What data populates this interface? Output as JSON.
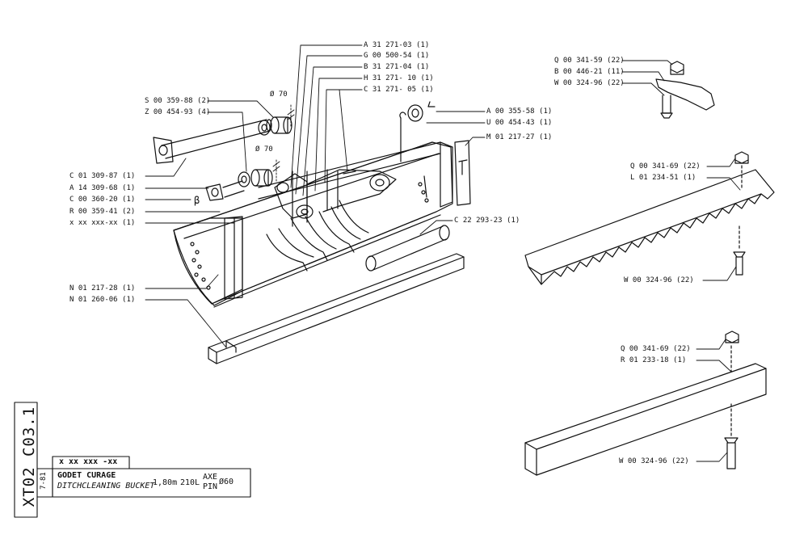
{
  "diameter_markers": [
    "Ø 70",
    "Ø 70"
  ],
  "beta_symbol": "β",
  "labels_left": [
    {
      "id": "S",
      "text": "S 00 359-88 (2)"
    },
    {
      "id": "Z",
      "text": "Z 00 454-93 (4)"
    },
    {
      "id": "C1",
      "text": "C 01 309-87 (1)"
    },
    {
      "id": "A14",
      "text": "A 14 309-68 (1)"
    },
    {
      "id": "C0",
      "text": "C 00 360-20 (1)"
    },
    {
      "id": "R0",
      "text": "R 00 359-41 (2)"
    },
    {
      "id": "X",
      "text": "x xx xxx-xx (1)"
    },
    {
      "id": "N1",
      "text": "N 01 217-28 (1)"
    },
    {
      "id": "N2",
      "text": "N 01 260-06 (1)"
    }
  ],
  "labels_center": [
    {
      "id": "A31",
      "text": "A 31 271-03 (1)"
    },
    {
      "id": "G",
      "text": "G 00 500-54 (1)"
    },
    {
      "id": "B31",
      "text": "B 31 271-04 (1)"
    },
    {
      "id": "H",
      "text": "H 31 271- 10 (1)"
    },
    {
      "id": "C31",
      "text": "C 31 271- 05 (1)"
    },
    {
      "id": "A00",
      "text": "A 00 355-58 (1)"
    },
    {
      "id": "U",
      "text": "U 00 454-43 (1)"
    },
    {
      "id": "M",
      "text": "M 01 217-27 (1)"
    },
    {
      "id": "C22",
      "text": "C 22 293-23 (1)"
    }
  ],
  "labels_tooth": [
    {
      "id": "Q1",
      "text": "Q 00 341-59 (22)"
    },
    {
      "id": "B00",
      "text": "B 00 446-21 (11)"
    },
    {
      "id": "W1",
      "text": "W 00 324-96 (22)"
    }
  ],
  "labels_serrated": [
    {
      "id": "Q2",
      "text": "Q 00 341-69 (22)"
    },
    {
      "id": "L",
      "text": "L 01 234-51 (1)"
    },
    {
      "id": "W2",
      "text": "W 00 324-96 (22)"
    }
  ],
  "labels_flat": [
    {
      "id": "Q3",
      "text": "Q 00 341-69 (22)"
    },
    {
      "id": "R01",
      "text": "R 01 233-18 (1)"
    },
    {
      "id": "W3",
      "text": "W 00 324-96 (22)"
    }
  ],
  "title_block": {
    "code_row": "x xx xxx -xx",
    "title_fr": "GODET CURAGE",
    "title_en": "DITCHCLEANING BUCKET",
    "size": "1,80m",
    "capacity": "210L",
    "axe_label": "AXE",
    "pin_label": "PIN",
    "pin_diameter": "Ø60",
    "side_code": "XT02 C03.1",
    "date": "7-81"
  }
}
